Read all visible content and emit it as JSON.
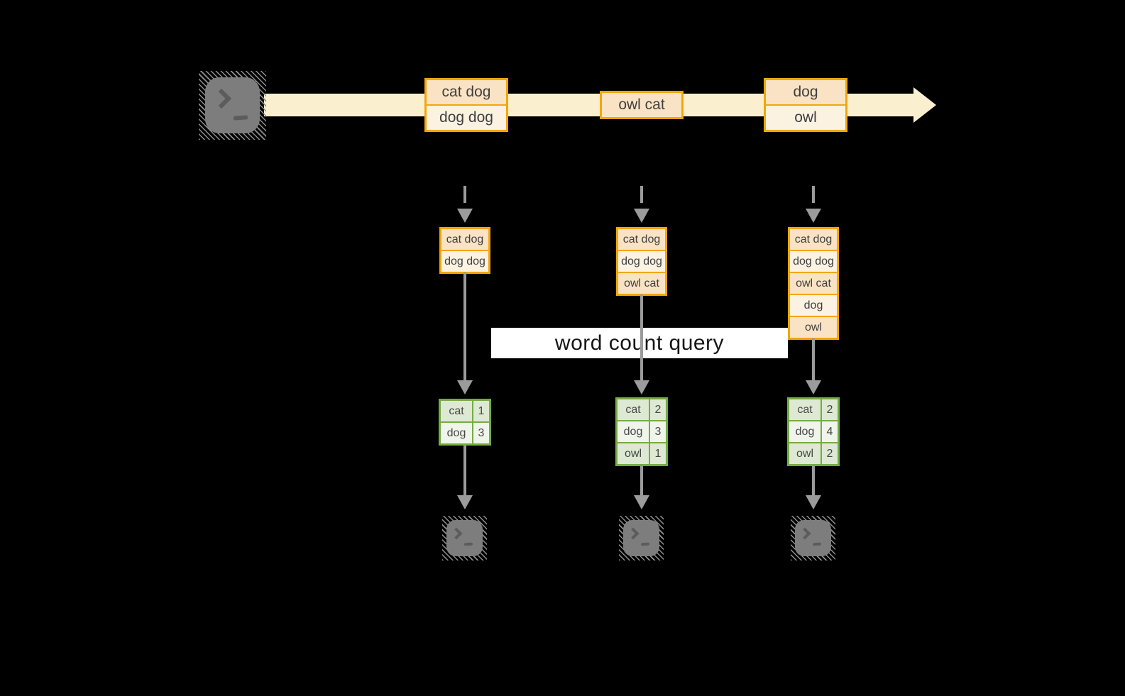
{
  "diagram": {
    "query_label": "word count query"
  },
  "stream": {
    "batches": [
      {
        "cells": [
          "cat dog",
          "dog dog"
        ]
      },
      {
        "cells": [
          "owl cat"
        ]
      },
      {
        "cells": [
          "dog",
          "owl"
        ]
      }
    ]
  },
  "columns": [
    {
      "stack": [
        "cat dog",
        "dog dog"
      ],
      "table": [
        {
          "word": "cat",
          "count": "1"
        },
        {
          "word": "dog",
          "count": "3"
        }
      ]
    },
    {
      "stack": [
        "cat dog",
        "dog dog",
        "owl cat"
      ],
      "table": [
        {
          "word": "cat",
          "count": "2"
        },
        {
          "word": "dog",
          "count": "3"
        },
        {
          "word": "owl",
          "count": "1"
        }
      ]
    },
    {
      "stack": [
        "cat dog",
        "dog dog",
        "owl cat",
        "dog",
        "owl"
      ],
      "table": [
        {
          "word": "cat",
          "count": "2"
        },
        {
          "word": "dog",
          "count": "4"
        },
        {
          "word": "owl",
          "count": "2"
        }
      ]
    }
  ],
  "icons": {
    "source": "terminal-icon",
    "sinks": [
      "terminal-icon",
      "terminal-icon",
      "terminal-icon"
    ]
  },
  "colors": {
    "background": "#000000",
    "stream_band": "#FAF0CF",
    "record_border": "#F2A60A",
    "record_fill_dark": "#FAE3C4",
    "record_fill_light": "#FCF2E2",
    "table_border": "#76AB44",
    "table_row_dark": "#DEE9D3",
    "table_row_light": "#F0F5EB",
    "arrow_gray": "#9B9B9B",
    "terminal_gray": "#7D7D7D",
    "banner_bg": "#FFFFFF"
  }
}
